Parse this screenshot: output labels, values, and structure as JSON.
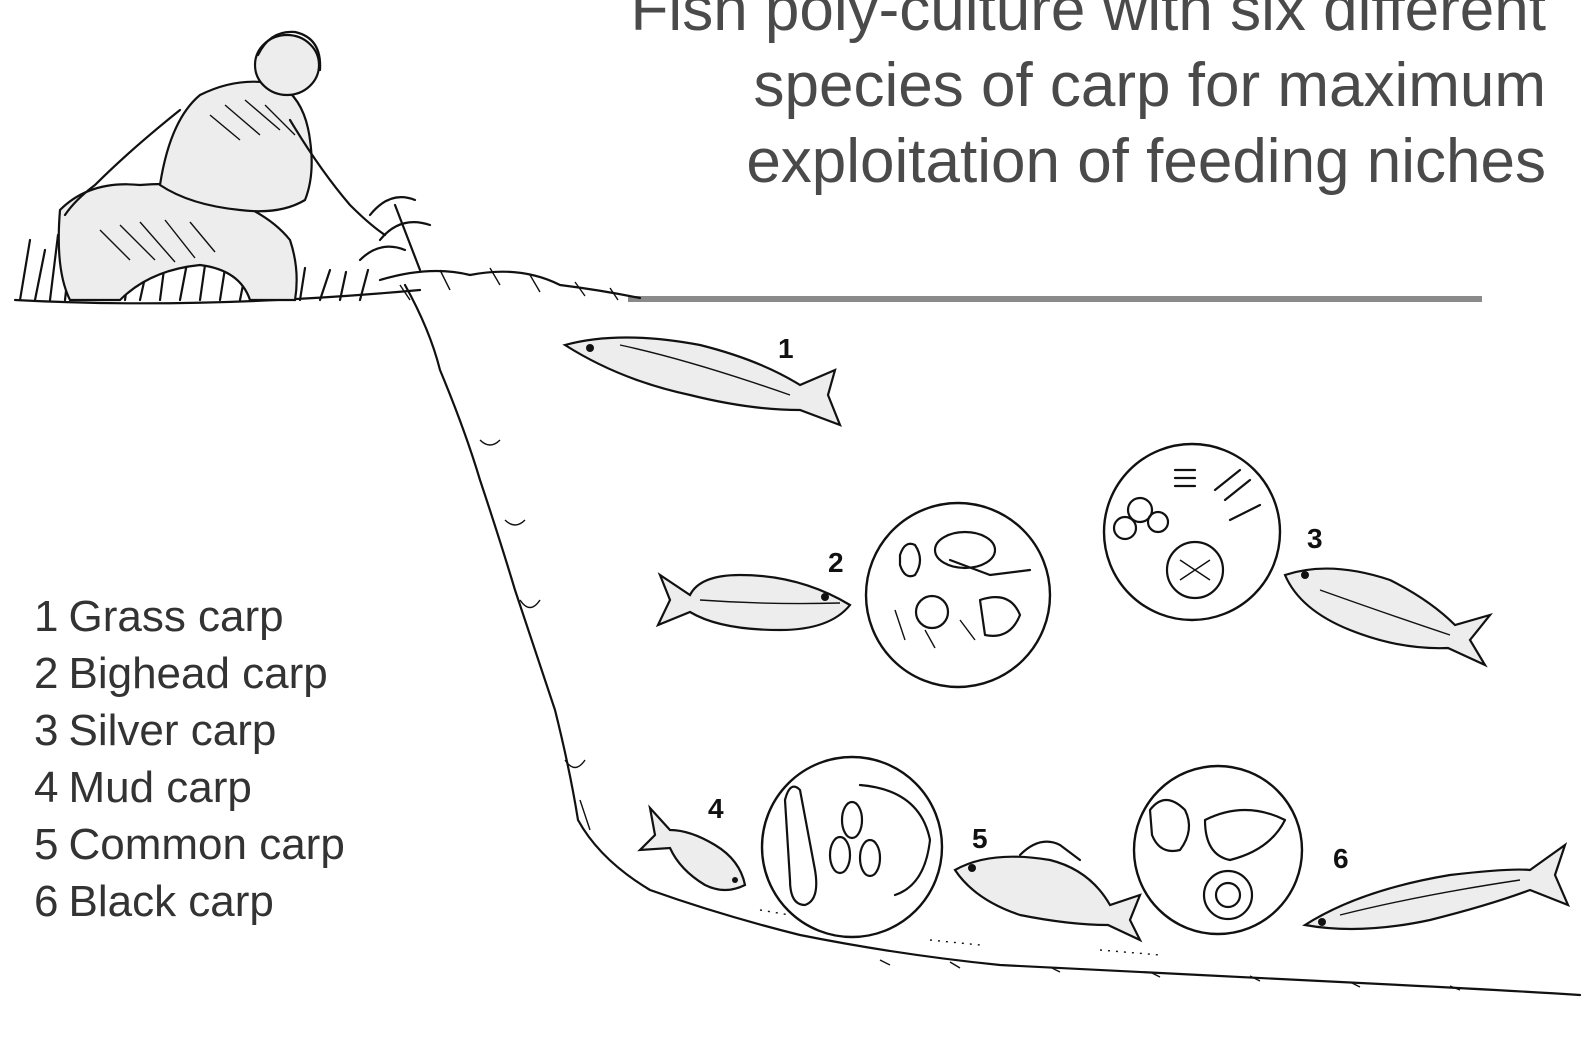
{
  "title": {
    "lines": [
      "Fish poly-culture with six different",
      "species of carp for maximum",
      "exploitation of feeding niches"
    ]
  },
  "legend": [
    {
      "num": "1",
      "name": "Grass carp"
    },
    {
      "num": "2",
      "name": "Bighead carp"
    },
    {
      "num": "3",
      "name": "Silver carp"
    },
    {
      "num": "4",
      "name": "Mud carp"
    },
    {
      "num": "5",
      "name": "Common carp"
    },
    {
      "num": "6",
      "name": "Black carp"
    }
  ],
  "fish_labels": [
    "1",
    "2",
    "3",
    "4",
    "5",
    "6"
  ],
  "colors": {
    "title_text": "#4a4a4a",
    "legend_text": "#333333",
    "rule": "#8a8a8a",
    "ink": "#111111"
  }
}
